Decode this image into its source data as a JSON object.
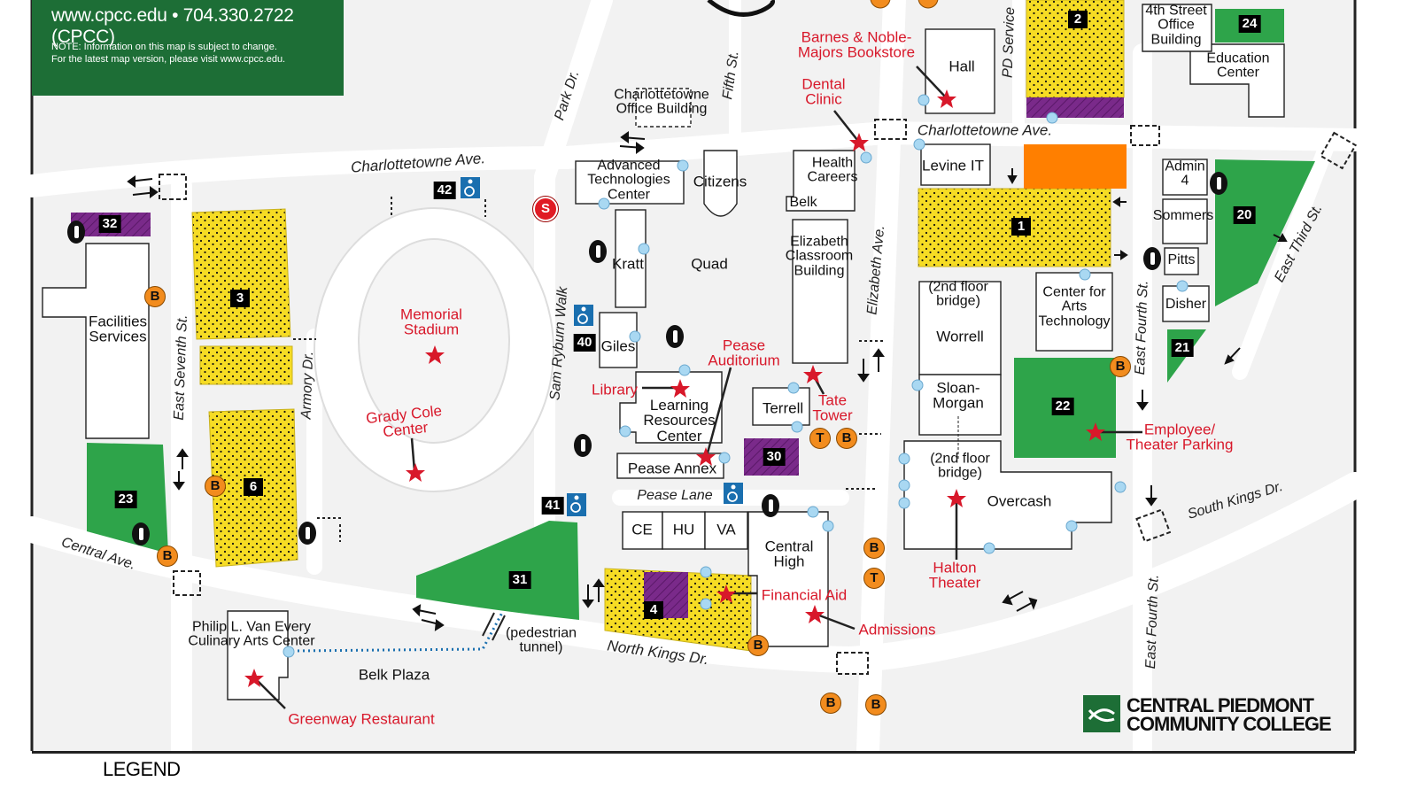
{
  "header": {
    "contact": "www.cpcc.edu  •  704.330.2722 (CPCC)",
    "note_line1": "NOTE: Information on this map is subject to change.",
    "note_line2": "For the latest map version, please visit www.cpcc.edu."
  },
  "logo": {
    "line1": "CENTRAL PIEDMONT",
    "line2": "COMMUNITY COLLEGE"
  },
  "legend": {
    "title": "LEGEND"
  },
  "colors": {
    "parking_green": "#2ea44a",
    "parking_yellow": "#f6dc24",
    "reserved_purple": "#7a2a8a",
    "header_green": "#1d6e36",
    "landmark_red": "#d8182a",
    "stop_orange": "#f28c1e",
    "entrance_blue": "#a9d8f2",
    "construction_orange": "#ff7f00"
  },
  "streets": {
    "charlottetowne_ave_west": "Charlottetowne Ave.",
    "charlottetowne_ave_east": "Charlottetowne Ave.",
    "park_dr": "Park Dr.",
    "fifth_st": "Fifth St.",
    "pd_service": "PD Service",
    "fourth_st_office": "4th Street Office Building",
    "elizabeth_ave": "Elizabeth Ave.",
    "east_seventh_st": "East Seventh St.",
    "armory_dr": "Armory Dr.",
    "sam_ryburn_walk": "Sam Ryburn Walk",
    "central_ave": "Central Ave.",
    "pease_lane": "Pease Lane",
    "north_kings_dr": "North Kings Dr.",
    "south_kings_dr": "South Kings Dr.",
    "east_fourth_st_upper": "East Fourth St.",
    "east_fourth_st_lower": "East Fourth St.",
    "east_third_st": "East Third St.",
    "pedestrian_tunnel": "(pedestrian tunnel)",
    "belk_plaza": "Belk Plaza"
  },
  "buildings": {
    "hall": "Hall",
    "education_center": "Education Center",
    "charlottetowne_office": "Charlottetowne Office Building",
    "advanced_tech": "Advanced Technologies Center",
    "citizens": "Citizens",
    "health_careers": "Health Careers",
    "belk": "Belk",
    "levine_it": "Levine IT",
    "admin4": "Admin 4",
    "sommers": "Sommers",
    "pitts": "Pitts",
    "disher": "Disher",
    "kratt": "Kratt",
    "quad": "Quad",
    "elizabeth_classroom": "Elizabeth Classroom Building",
    "facilities_services": "Facilities Services",
    "worrell_bridge": "(2nd floor bridge)",
    "worrell": "Worrell",
    "center_arts_tech": "Center for Arts Technology",
    "giles": "Giles",
    "sloan_morgan": "Sloan-Morgan",
    "learning_resources": "Learning Resources Center",
    "terrell": "Terrell",
    "pease_annex": "Pease Annex",
    "overcash_bridge": "(2nd floor bridge)",
    "overcash": "Overcash",
    "ce": "CE",
    "hu": "HU",
    "va": "VA",
    "central_high": "Central High",
    "culinary": "Philip L. Van Every Culinary Arts Center"
  },
  "landmarks": {
    "bookstore": "Barnes & Noble- Majors Bookstore",
    "dental": "Dental Clinic",
    "memorial_stadium": "Memorial Stadium",
    "pease_auditorium": "Pease Auditorium",
    "library": "Library",
    "tate_tower": "Tate Tower",
    "grady_cole": "Grady Cole Center",
    "employee_parking": "Employee/ Theater Parking",
    "halton_theater": "Halton Theater",
    "financial_aid": "Financial Aid",
    "admissions": "Admissions",
    "greenway": "Greenway Restaurant"
  },
  "lots": {
    "l2": "2",
    "l24": "24",
    "l32": "32",
    "l42": "42",
    "l1": "1",
    "l20": "20",
    "l3": "3",
    "l21": "21",
    "l40": "40",
    "l22": "22",
    "l30": "30",
    "l23": "23",
    "l6": "6",
    "l41": "41",
    "l31": "31",
    "l4": "4"
  },
  "markers": {
    "bus": "B",
    "trolley": "T",
    "station": "S"
  }
}
